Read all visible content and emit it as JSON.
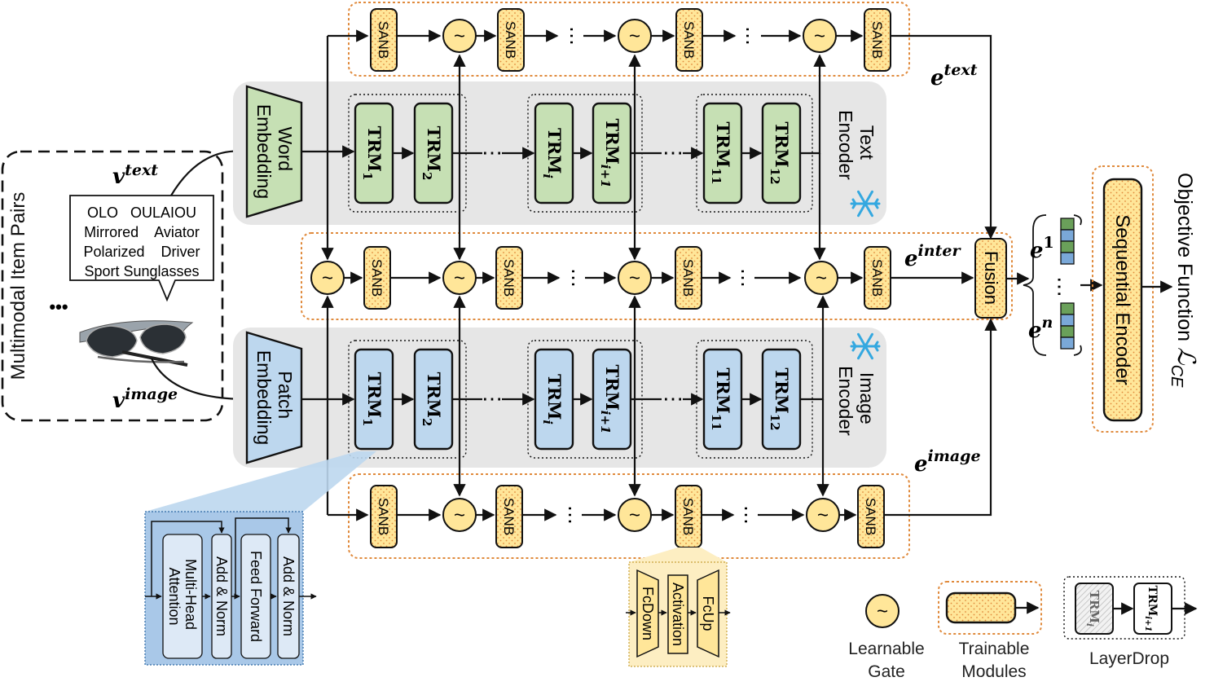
{
  "left_panel": {
    "title": "Multimodal Item Pairs",
    "ellipsis": "•••",
    "text_var": "v",
    "text_var_sup": "text",
    "image_var": "v",
    "image_var_sup": "image",
    "item_text_lines": [
      "OLO   OULAIOU",
      "Mirrored    Aviator",
      "Polarized    Driver",
      "Sport Sunglasses"
    ]
  },
  "embeddings": {
    "word": [
      "Word",
      "Embedding"
    ],
    "patch": [
      "Patch",
      "Embedding"
    ]
  },
  "encoders": {
    "text": [
      "Text",
      "Encoder"
    ],
    "image": [
      "Image",
      "Encoder"
    ],
    "frozen_icon": "snowflake-icon"
  },
  "blocks": {
    "trm": "TRM",
    "trm_subscripts": [
      "1",
      "2",
      "i",
      "i+1",
      "11",
      "12"
    ],
    "sanb": "SANB",
    "gate_symbol": "~",
    "dots": "⋯"
  },
  "embedding_labels": {
    "text": {
      "base": "e",
      "sup": "text"
    },
    "inter": {
      "base": "e",
      "sup": "inter"
    },
    "image": {
      "base": "e",
      "sup": "image"
    },
    "seq_first": {
      "base": "e",
      "sup": "1"
    },
    "seq_last": {
      "base": "e",
      "sup": "n"
    }
  },
  "fusion": "Fusion",
  "sequential_encoder": "Sequential Encoder",
  "objective": {
    "text": "Objective Function ",
    "symbol": "ℒ",
    "sub": "CE"
  },
  "trm_detail": {
    "attention": [
      "Multi-Head",
      "Attention"
    ],
    "add_norm": "Add & Norm",
    "feed_forward": "Feed Forward"
  },
  "sanb_detail": {
    "fc_down": "FcDown",
    "activation": "Activation",
    "fc_up": "FcUp"
  },
  "legend": {
    "gate": [
      "Learnable",
      "Gate"
    ],
    "trainable": [
      "Trainable",
      "Modules"
    ],
    "layerdrop": "LayerDrop"
  },
  "colors": {
    "green_block": "#c6e0b4",
    "blue_block": "#bdd7ee",
    "yellow": "#ffe699",
    "gray_panel": "#e6e6e6",
    "orange_dash": "#e08a3c",
    "sanb_detail_bg": "#fdeec2",
    "trm_detail_bg": "#a9c8e8",
    "snowflake": "#34a8e0"
  }
}
